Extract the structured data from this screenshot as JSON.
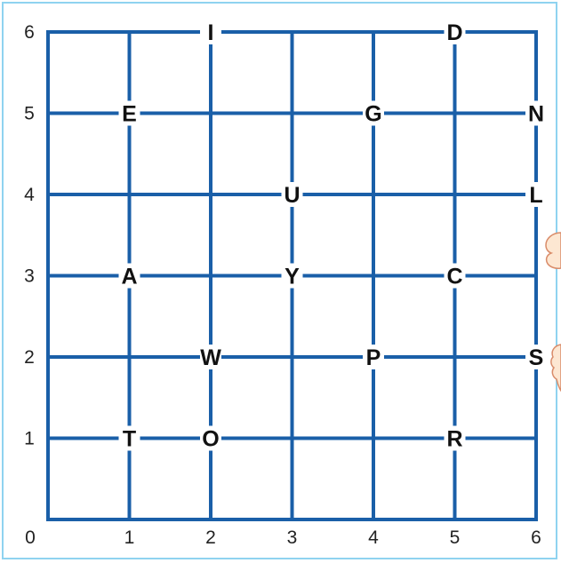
{
  "grid": {
    "x_ticks": [
      "0",
      "1",
      "2",
      "3",
      "4",
      "5",
      "6"
    ],
    "y_ticks": [
      "1",
      "2",
      "3",
      "4",
      "5",
      "6"
    ],
    "x_range": [
      0,
      6
    ],
    "y_range": [
      0,
      6
    ],
    "line_color": "#1a5fa8",
    "border_color": "#8fd3f0"
  },
  "letters": [
    {
      "label": "I",
      "x": 2,
      "y": 6
    },
    {
      "label": "D",
      "x": 5,
      "y": 6
    },
    {
      "label": "E",
      "x": 1,
      "y": 5
    },
    {
      "label": "G",
      "x": 4,
      "y": 5
    },
    {
      "label": "N",
      "x": 6,
      "y": 5
    },
    {
      "label": "U",
      "x": 3,
      "y": 4
    },
    {
      "label": "L",
      "x": 6,
      "y": 4
    },
    {
      "label": "A",
      "x": 1,
      "y": 3
    },
    {
      "label": "Y",
      "x": 3,
      "y": 3
    },
    {
      "label": "C",
      "x": 5,
      "y": 3
    },
    {
      "label": "W",
      "x": 2,
      "y": 2
    },
    {
      "label": "P",
      "x": 4,
      "y": 2
    },
    {
      "label": "S",
      "x": 6,
      "y": 2
    },
    {
      "label": "T",
      "x": 1,
      "y": 1
    },
    {
      "label": "O",
      "x": 2,
      "y": 1
    },
    {
      "label": "R",
      "x": 5,
      "y": 1
    }
  ],
  "decorations": [
    "hand-icon",
    "hand-icon"
  ]
}
